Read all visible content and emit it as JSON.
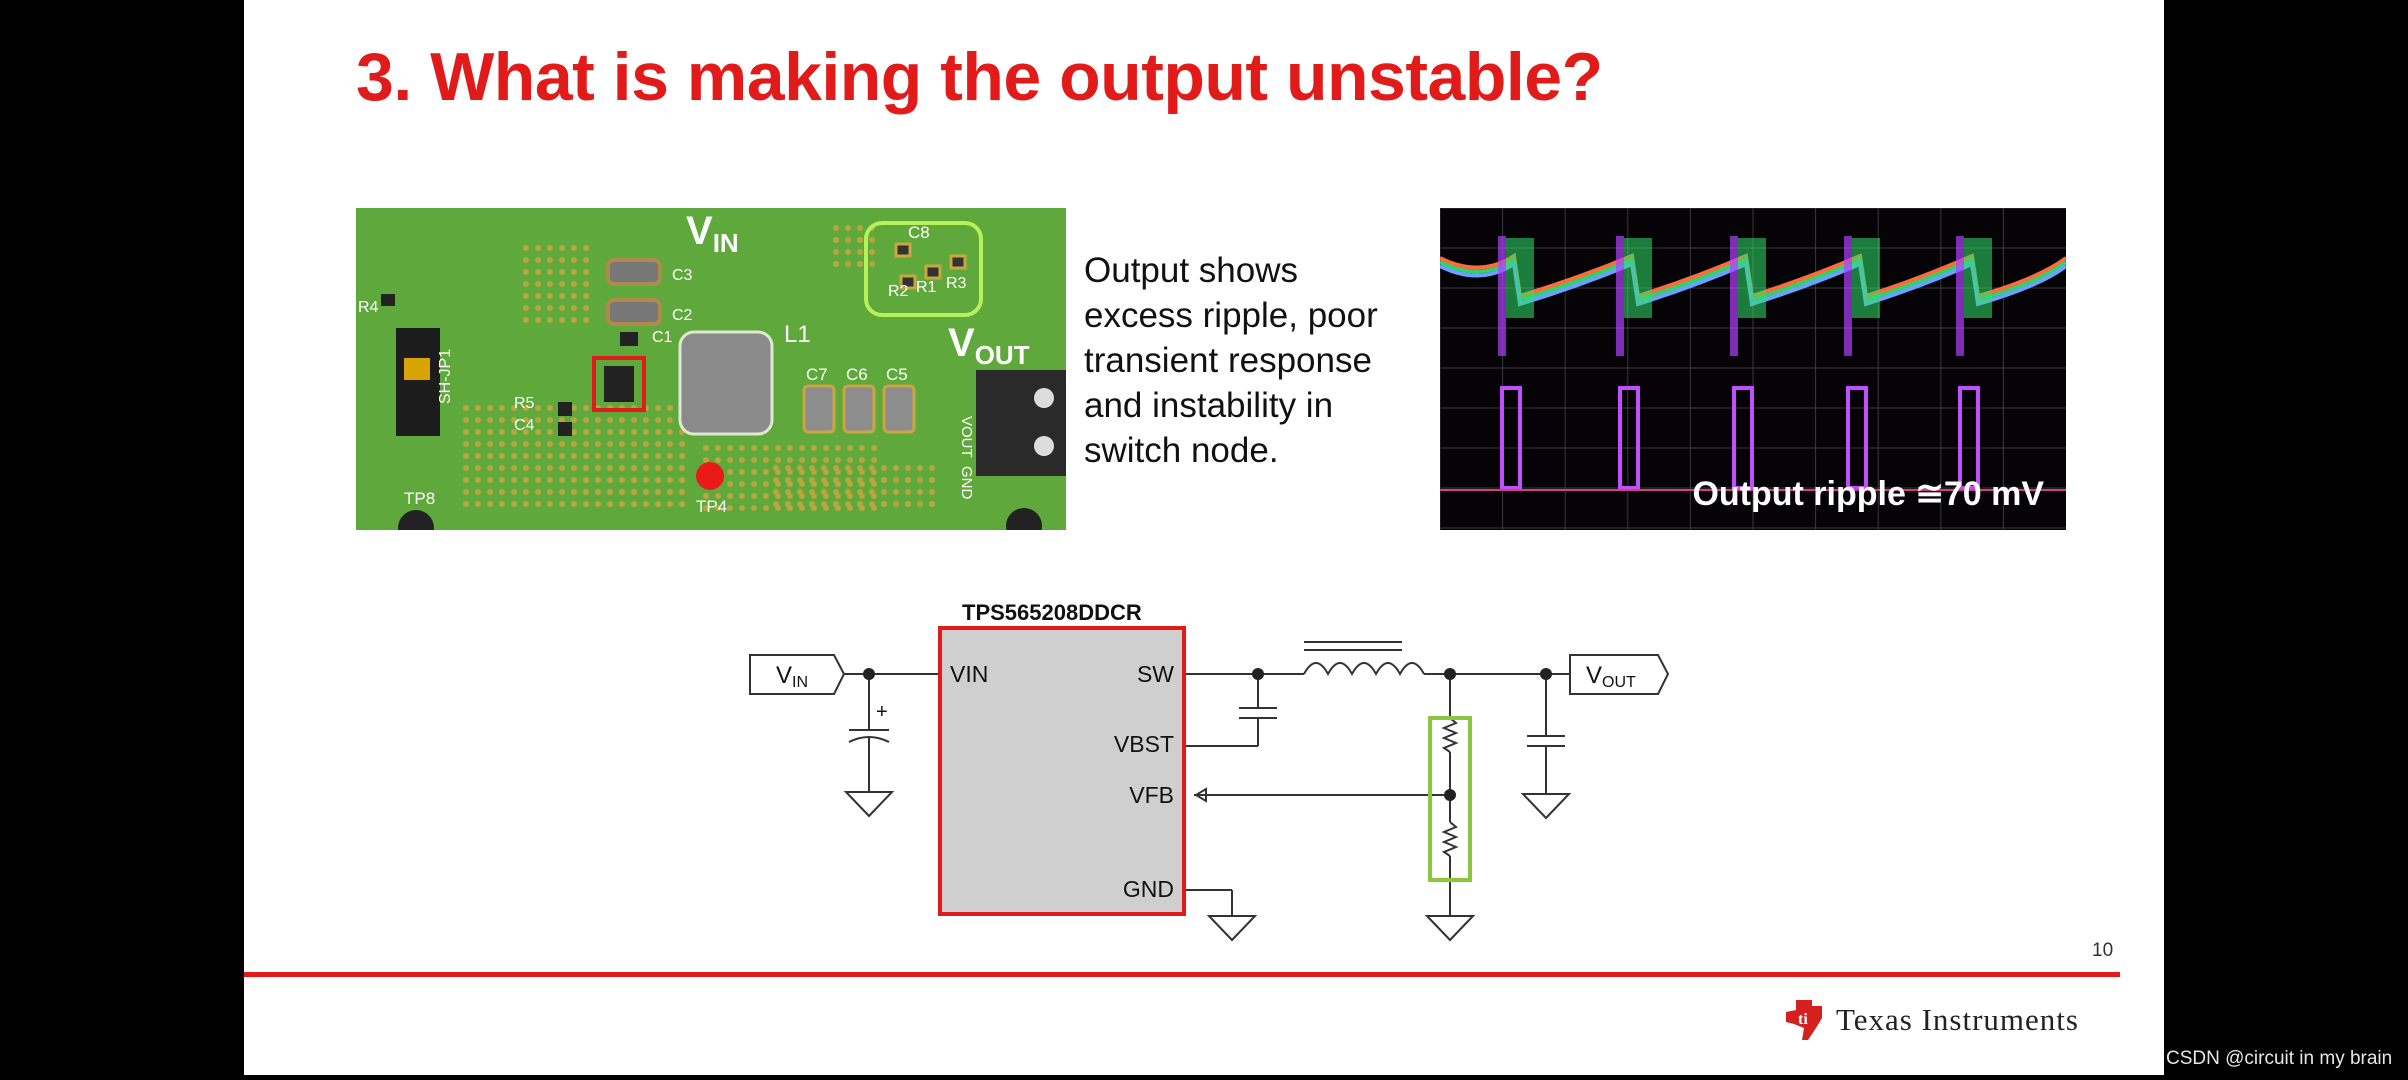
{
  "slide": {
    "title": "3. What is making the output unstable?",
    "description": "Output shows excess ripple, poor transient response and instability in switch node.",
    "page_number": "10",
    "logo_text": "Texas Instruments"
  },
  "pcb_photo": {
    "label_vin_main": "V",
    "label_vin_sub": "IN",
    "label_vout_main": "V",
    "label_vout_sub": "OUT",
    "component_labels": [
      "C8",
      "R2",
      "R1",
      "R3",
      "C3",
      "C2",
      "C1",
      "L1",
      "C7",
      "C6",
      "C5",
      "R4",
      "SH-JP1",
      "R5",
      "C4",
      "VOUT",
      "GND",
      "TP8",
      "TP4"
    ]
  },
  "scope": {
    "caption": "Output ripple ≅70 mV"
  },
  "schematic": {
    "chip_name": "TPS565208DDCR",
    "pin_vin": "VIN",
    "pin_sw": "SW",
    "pin_vbst": "VBST",
    "pin_vfb": "VFB",
    "pin_gnd": "GND",
    "vin_port_main": "V",
    "vin_port_sub": "IN",
    "vout_port_main": "V",
    "vout_port_sub": "OUT",
    "cap_polarity": "+"
  },
  "watermark": "CSDN @circuit in my brain",
  "colors": {
    "accent_red": "#e11a1a",
    "pcb_green": "#5fa83b",
    "highlight_green": "#8cc63f",
    "chip_fill": "#cfcfcf"
  }
}
